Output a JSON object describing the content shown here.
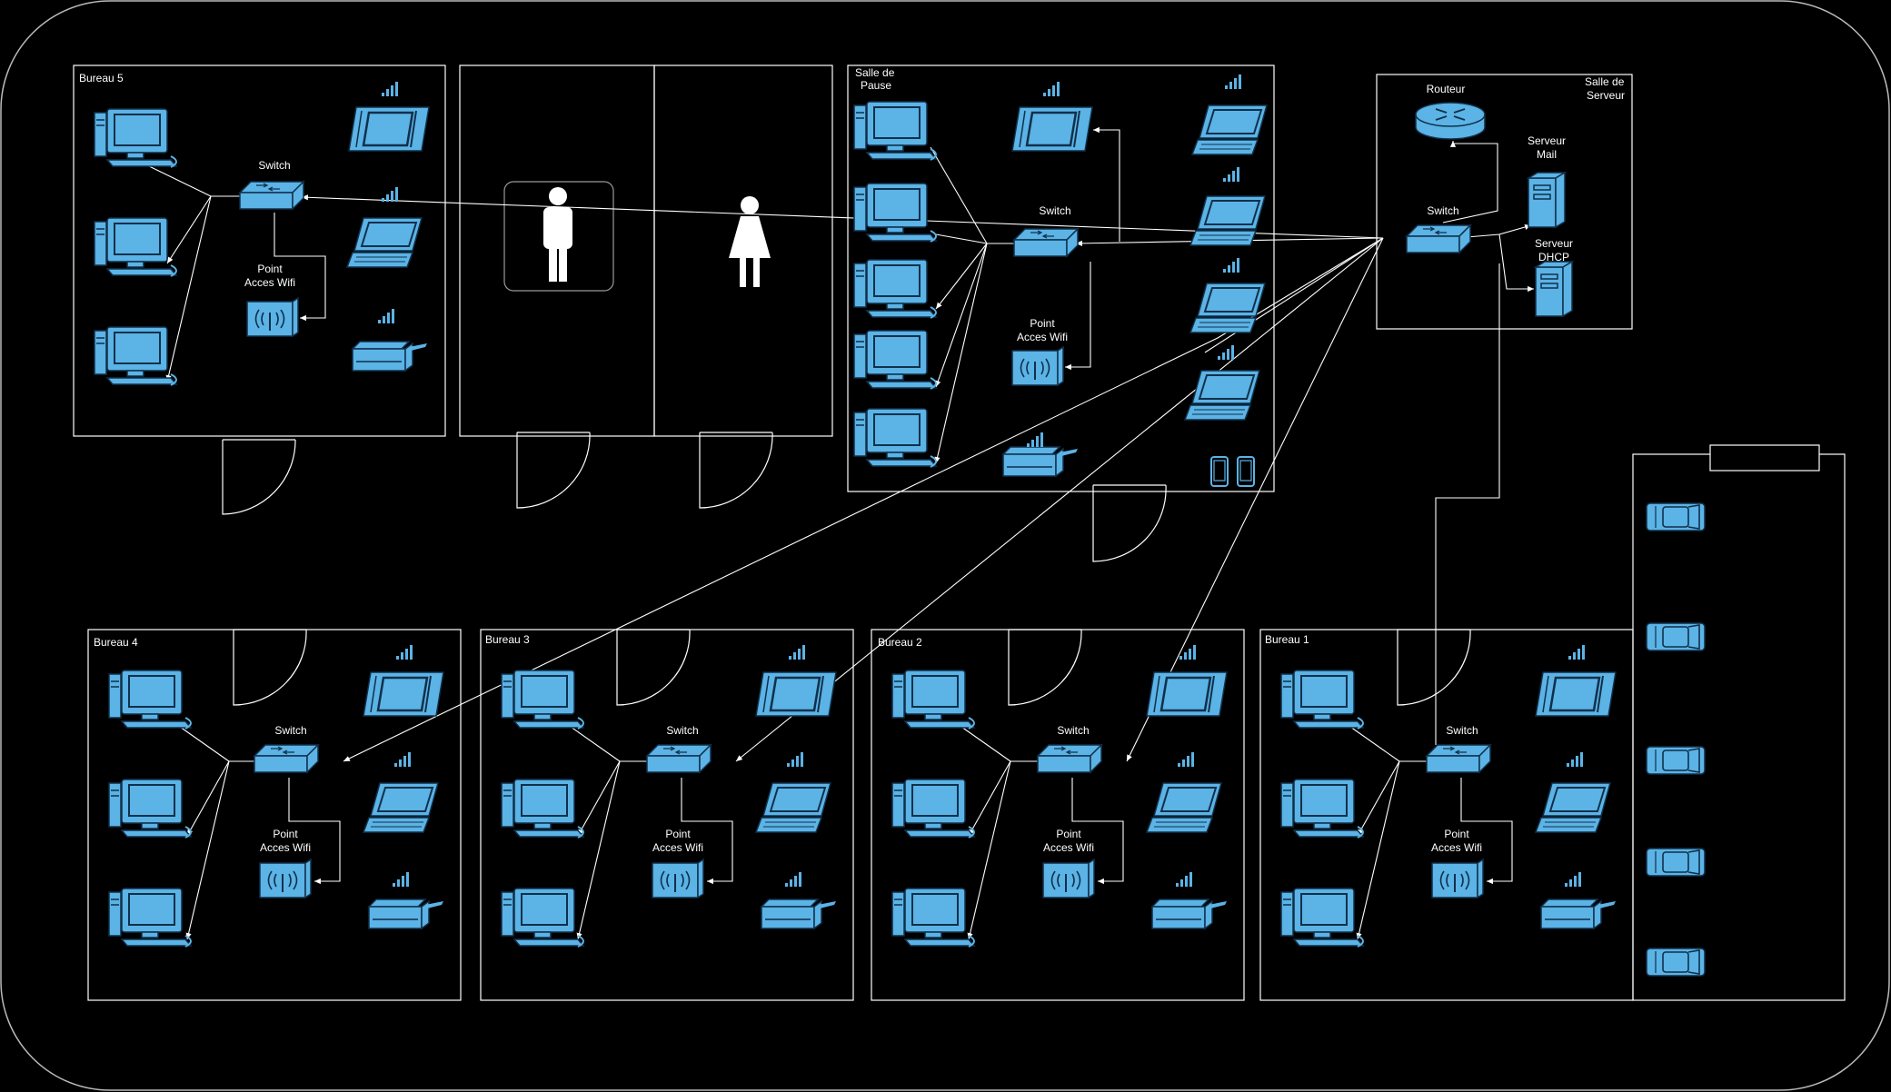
{
  "colors": {
    "background": "#000000",
    "line": "#ffffff",
    "device": "#5bb3e6",
    "device_dark": "#10304a"
  },
  "rooms": {
    "bureau5": "Bureau 5",
    "bureau4": "Bureau 4",
    "bureau3": "Bureau 3",
    "bureau2": "Bureau 2",
    "bureau1": "Bureau 1",
    "pause_1": "Salle de",
    "pause_2": "Pause",
    "serveur_1": "Salle de",
    "serveur_2": "Serveur"
  },
  "labels": {
    "switch": "Switch",
    "ap_1": "Point",
    "ap_2": "Acces Wifi",
    "router": "Routeur",
    "mail_1": "Serveur",
    "mail_2": "Mail",
    "dhcp_1": "Serveur",
    "dhcp_2": "DHCP"
  },
  "icons": [
    "desktop-pc-icon",
    "tablet-icon",
    "laptop-icon",
    "printer-icon",
    "switch-icon",
    "wifi-access-point-icon",
    "router-icon",
    "server-icon",
    "smartphone-icon",
    "car-icon",
    "man-icon",
    "woman-icon",
    "door-icon",
    "signal-bars-icon"
  ]
}
